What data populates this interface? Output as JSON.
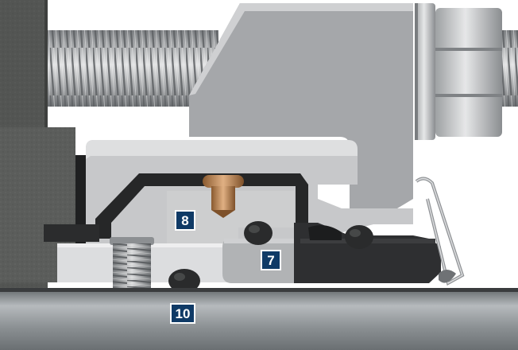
{
  "callouts": {
    "part_8": "8",
    "part_7": "7",
    "part_10": "10"
  },
  "colors": {
    "callout_bg": "#0f3a66",
    "callout_text": "#ffffff",
    "housing": "#5a5c5a",
    "gland": "#c8c9cb",
    "seal_face": "#2e2f31",
    "shaft": "#8f9497",
    "bolt": "#b3b5b7",
    "pin": "#b07a45"
  }
}
